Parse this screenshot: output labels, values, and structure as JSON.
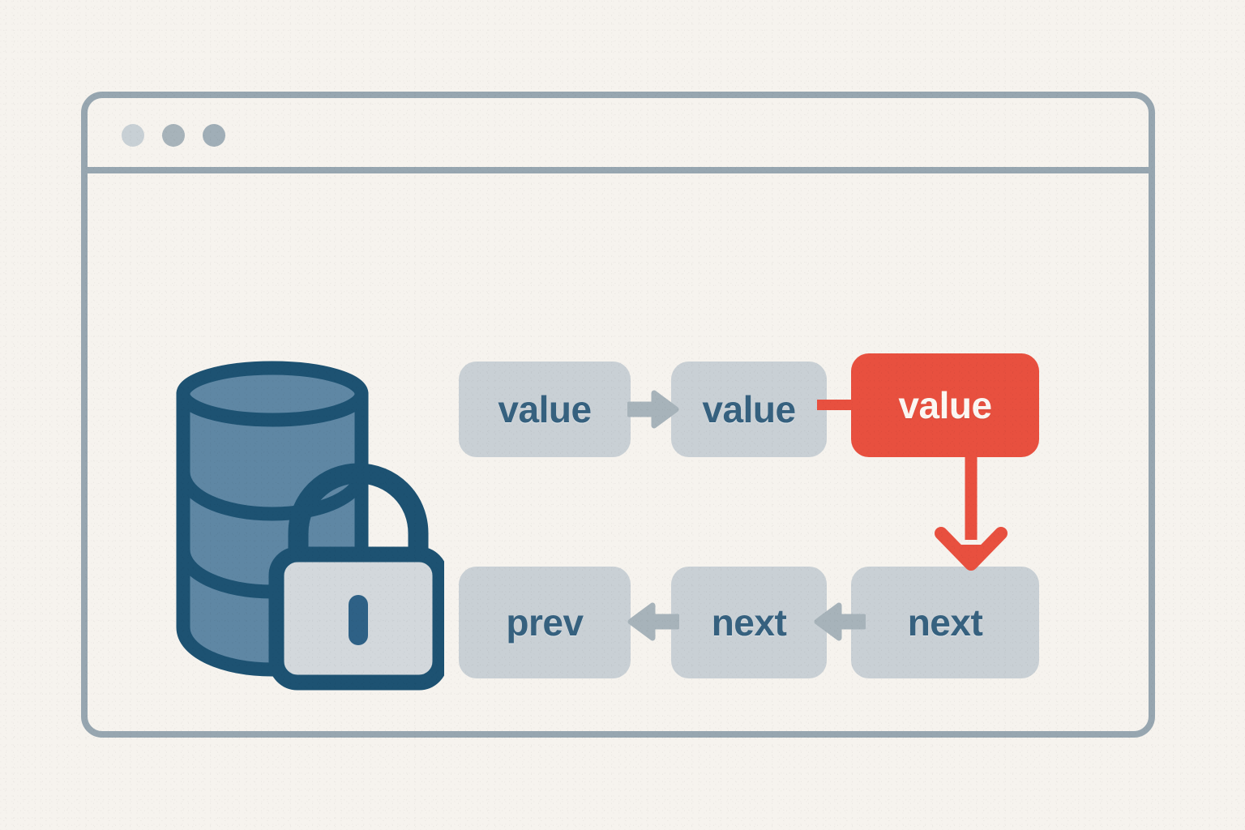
{
  "page": {
    "background_color": "#f6f3ee",
    "title": "Locked database linked-list node diagram"
  },
  "window": {
    "frame_color": "#97a6b0",
    "controls": [
      {
        "name": "close-dot",
        "color": "#c8d0d5"
      },
      {
        "name": "minimize-dot",
        "color": "#a7b3ba"
      },
      {
        "name": "maximize-dot",
        "color": "#a0aeb7"
      }
    ]
  },
  "icon": {
    "name": "database-lock-icon",
    "database": {
      "fill": "#5f87a4",
      "stroke": "#1d5272",
      "bands": 3
    },
    "lock": {
      "body_fill": "#d3d8dc",
      "stroke": "#1d5272",
      "keyhole_fill": "#2e6186"
    }
  },
  "diagram": {
    "type": "linked-list",
    "highlight_color": "#e8503f",
    "node_fill": "#c9d0d5",
    "node_text_color": "#36617f",
    "highlight_text_color": "#fbf7f3",
    "top_row": [
      {
        "id": "value-1",
        "label": "value",
        "highlighted": false
      },
      {
        "id": "value-2",
        "label": "value",
        "highlighted": false
      },
      {
        "id": "value-3",
        "label": "value",
        "highlighted": true
      }
    ],
    "bottom_row": [
      {
        "id": "prev",
        "label": "prev",
        "highlighted": false
      },
      {
        "id": "next-2",
        "label": "next",
        "highlighted": false
      },
      {
        "id": "next-1",
        "label": "next",
        "highlighted": false
      }
    ],
    "connectors": [
      {
        "id": "arrow-top-1",
        "from": "value-1",
        "to": "value-2",
        "direction": "right",
        "color": "#a7b3ba"
      },
      {
        "id": "connector-red",
        "from": "value-2",
        "to": "value-3",
        "direction": "right",
        "color": "#e8503f",
        "style": "stub"
      },
      {
        "id": "arrow-red-down",
        "from": "value-3",
        "to": "next-1",
        "direction": "down",
        "color": "#e8503f"
      },
      {
        "id": "arrow-bottom-2",
        "from": "next-1",
        "to": "next-2",
        "direction": "left",
        "color": "#a7b3ba"
      },
      {
        "id": "arrow-bottom-1",
        "from": "next-2",
        "to": "prev",
        "direction": "left",
        "color": "#a7b3ba"
      }
    ]
  }
}
